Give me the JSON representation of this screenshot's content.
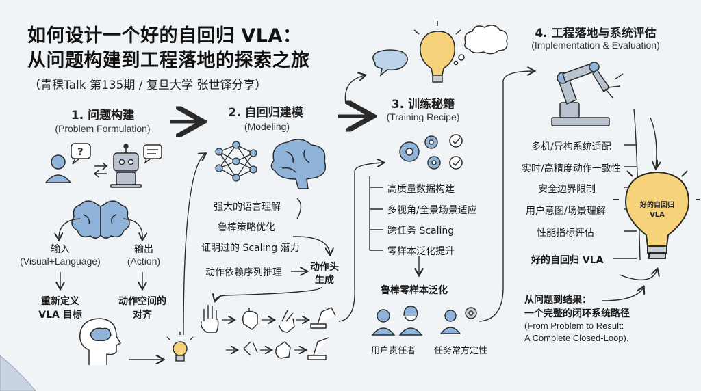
{
  "title": {
    "line1": "如何设计一个好的自回归 VLA：",
    "line2": "从问题构建到工程落地的探索之旅",
    "subtitle": "（青稞Talk 第135期 / 复旦大学 张世铎分享）"
  },
  "sections": {
    "s1": {
      "title": "1. 问题构建",
      "en": "(Problem Formulation)",
      "input_label": "输入",
      "input_en": "(Visual+Language)",
      "output_label": "输出",
      "output_en": "(Action)",
      "redefine_1": "重新定义",
      "redefine_2": "VLA 目标",
      "align_1": "动作空间的",
      "align_2": "对齐"
    },
    "s2": {
      "title": "2. 自回归建模",
      "en": "(Modeling)",
      "items": [
        "强大的语言理解",
        "鲁棒策略优化",
        "证明过的 Scaling 潜力",
        "动作依赖序列推理"
      ],
      "action_head_1": "动作头",
      "action_head_2": "生成"
    },
    "s3": {
      "title": "3. 训练秘籍",
      "en": "(Training Recipe)",
      "items": [
        "高质量数据构建",
        "多视角/全景场景适应",
        "跨任务 Scaling",
        "零样本泛化提升"
      ],
      "result": "鲁棒零样本泛化",
      "person1": "用户责任者",
      "person2": "任务常方定性"
    },
    "s4": {
      "title": "4. 工程落地与系统评估",
      "en": "(Implementation & Evaluation)",
      "items": [
        "多机/异构系统适配",
        "实时/高精度动作一致性",
        "安全边界限制",
        "用户意图/场景理解",
        "性能指标评估",
        "好的自回归 VLA"
      ],
      "bulb_1": "好的自回归",
      "bulb_2": "VLA",
      "closing_1": "从问题到结果：",
      "closing_2": "一个完整的闭环系统路径",
      "closing_3": "(From Problem to Result:",
      "closing_4": "A Complete Closed-Loop)."
    }
  },
  "colors": {
    "background": "#f1f4f7",
    "bulb_fill": "#f6d27a",
    "icon_fill": "#8fb3d9",
    "ink": "#2a2a2a"
  }
}
